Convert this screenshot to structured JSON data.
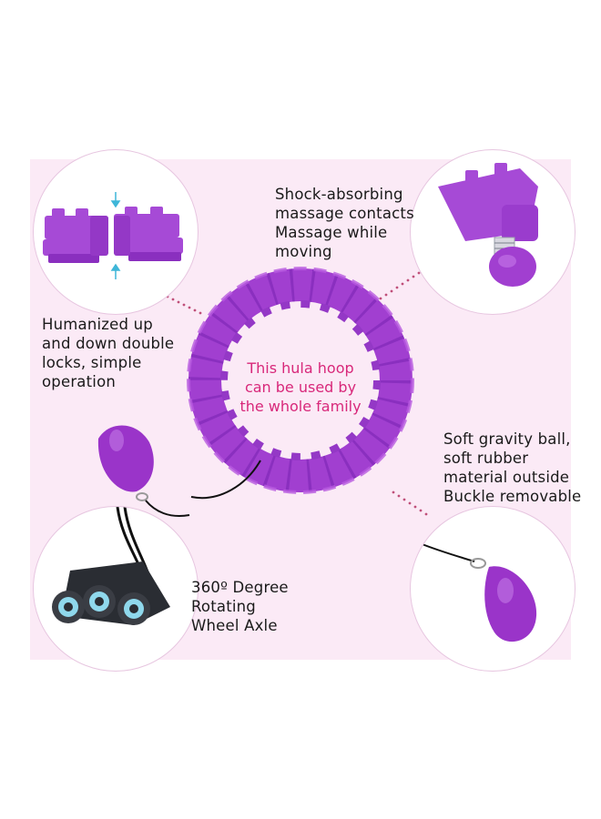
{
  "labels": {
    "double_locks": "Humanized up\nand down double\nlocks, simple\noperation",
    "shock_absorbing": "Shock-absorbing\nmassage contacts\nMassage while\nmoving",
    "gravity_ball": "Soft gravity ball,\nsoft rubber\nmaterial outside\nBuckle removable",
    "wheel_axle": "360º Degree\nRotating\nWheel Axle",
    "center": "This hula hoop\ncan be used by\nthe whole family"
  },
  "colors": {
    "panel_background": "#fbeaf6",
    "hoop_purple": "#a13fd0",
    "center_text": "#d8287a",
    "connector_dots": "#c0507a",
    "gravity_ball": "#9a34c9",
    "wheel_axle": "#2a2d33"
  },
  "icons": {
    "locks": "double-lock-parts-icon",
    "massage": "massage-contact-icon",
    "ball": "gravity-ball-icon",
    "axle": "wheel-axle-icon",
    "hoop": "hula-hoop-icon"
  }
}
